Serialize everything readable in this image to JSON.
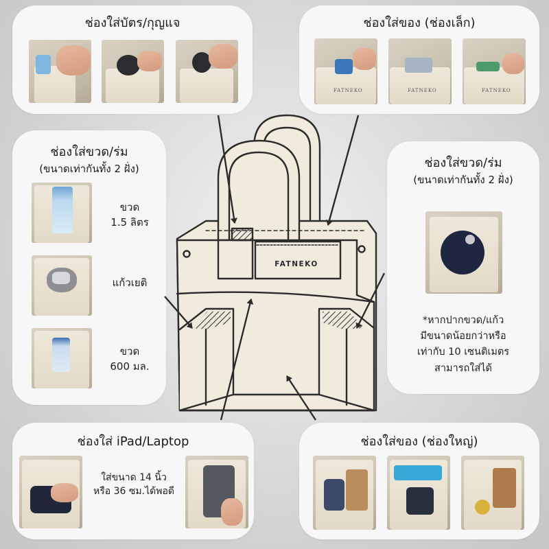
{
  "panels": {
    "card_key": {
      "title": "ช่องใส่บัตร/กุญแจ"
    },
    "small_pocket": {
      "title": "ช่องใส่ของ (ช่องเล็ก)",
      "brand": "FATNEKO"
    },
    "bottle_left": {
      "title": "ช่องใส่ขวด/ร่ม",
      "subtitle": "(ขนาดเท่ากันทั้ง 2 ฝั่ง)",
      "items": [
        {
          "line1": "ขวด",
          "line2": "1.5 ลิตร"
        },
        {
          "line1": "แก้วเยติ",
          "line2": ""
        },
        {
          "line1": "ขวด",
          "line2": "600 มล."
        }
      ]
    },
    "bottle_right": {
      "title": "ช่องใส่ขวด/ร่ม",
      "subtitle": "(ขนาดเท่ากันทั้ง 2 ฝั่ง)",
      "note_lines": [
        "*หากปากขวด/แก้ว",
        "มีขนาดน้อยกว่าหรือ",
        "เท่ากับ 10 เซนติเมตร",
        "สามารถใส่ได้"
      ]
    },
    "ipad": {
      "title": "ช่องใส่ iPad/Laptop",
      "size_line1": "ใส่ขนาด 14 นิ้ว",
      "size_line2": "หรือ 36 ซม.ได้พอดี"
    },
    "large_pocket": {
      "title": "ช่องใส่ของ (ช่องใหญ่)"
    }
  },
  "bag": {
    "brand": "FATNEKO"
  },
  "colors": {
    "panel": "#f7f7f7",
    "bag_fill": "#f1ebdd",
    "outline": "#2b2b2b",
    "canvas": "#e2dac8",
    "skin": "#dcaa8e"
  }
}
